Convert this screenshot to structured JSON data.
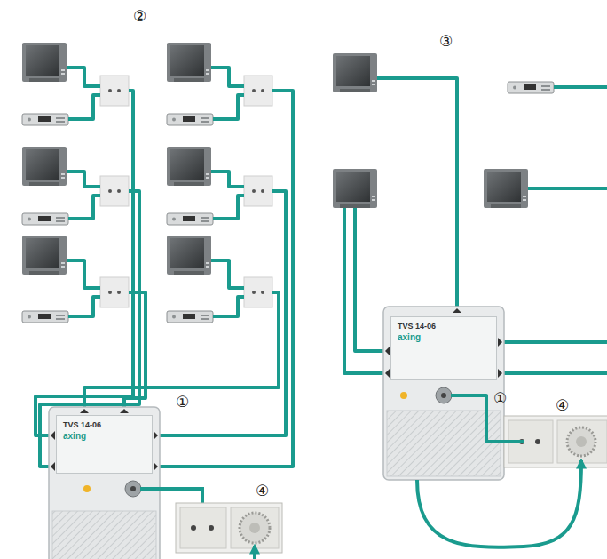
{
  "diagram": {
    "nodes": [
      {
        "text": [
          "TVS 14-06",
          "axing"
        ]
      },
      {
        "text": [
          "TVS 14-06",
          "axing"
        ]
      }
    ],
    "labels": [
      "②",
      "③",
      "①",
      "④",
      "①",
      "④"
    ]
  }
}
